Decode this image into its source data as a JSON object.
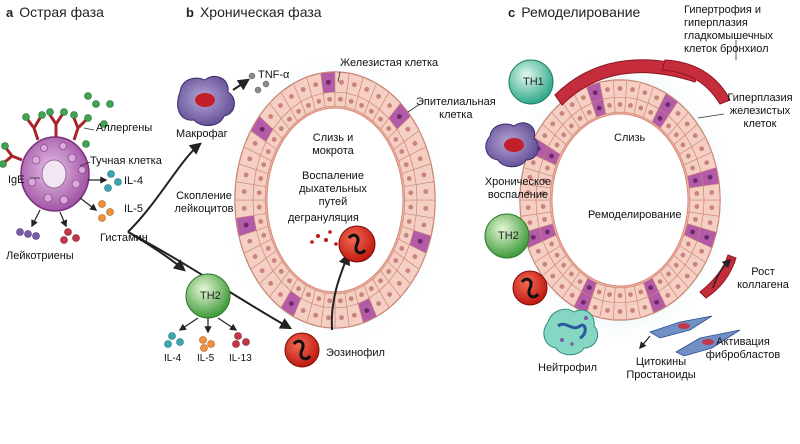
{
  "panels": {
    "a": {
      "letter": "a",
      "title": "Острая фаза"
    },
    "b": {
      "letter": "b",
      "title": "Хроническая фаза"
    },
    "c": {
      "letter": "c",
      "title": "Ремоделирование"
    }
  },
  "panel_a": {
    "allergens": "Аллергены",
    "ige": "IgE",
    "mast_cell": "Тучная клетка",
    "il4": "IL-4",
    "il5": "IL-5",
    "histamine": "Гистамин",
    "leukotrienes": "Лейкотриены"
  },
  "panel_b": {
    "tnf": "TNF-α",
    "macrophage": "Макрофаг",
    "leukocyte_accumulation": [
      "Скопление",
      "лейкоцитов"
    ],
    "th2": "TH2",
    "th2_cytokines": [
      "IL-4",
      "IL-5",
      "IL-13"
    ],
    "glandular_cell": "Железистая клетка",
    "epithelial_cell": [
      "Эпителиальная",
      "клетка"
    ],
    "mucus": [
      "Слизь и",
      "мокрота"
    ],
    "airway_inflammation": [
      "Воспаление",
      "дыхательных",
      "путей"
    ],
    "degranulation": "дегрануляция",
    "eosinophil": "Эозинофил"
  },
  "panel_c": {
    "th1": "TH1",
    "chronic_inflammation": [
      "Хроническое",
      "воспаление"
    ],
    "th2": "TH2",
    "smooth_muscle": [
      "Гипертрофия и",
      "гиперплазия",
      "гладкомышечных",
      "клеток бронхиол"
    ],
    "gland_hyperplasia": [
      "Гиперплазия",
      "железистых",
      "клеток"
    ],
    "mucus": "Слизь",
    "remodeling": "Ремоделирование",
    "collagen": [
      "Рост",
      "коллагена"
    ],
    "fibroblast": [
      "Активация",
      "фибробластов"
    ],
    "cytokines": [
      "Цитокины",
      "Простаноиды"
    ],
    "neutrophil": "Нейтрофил"
  }
}
